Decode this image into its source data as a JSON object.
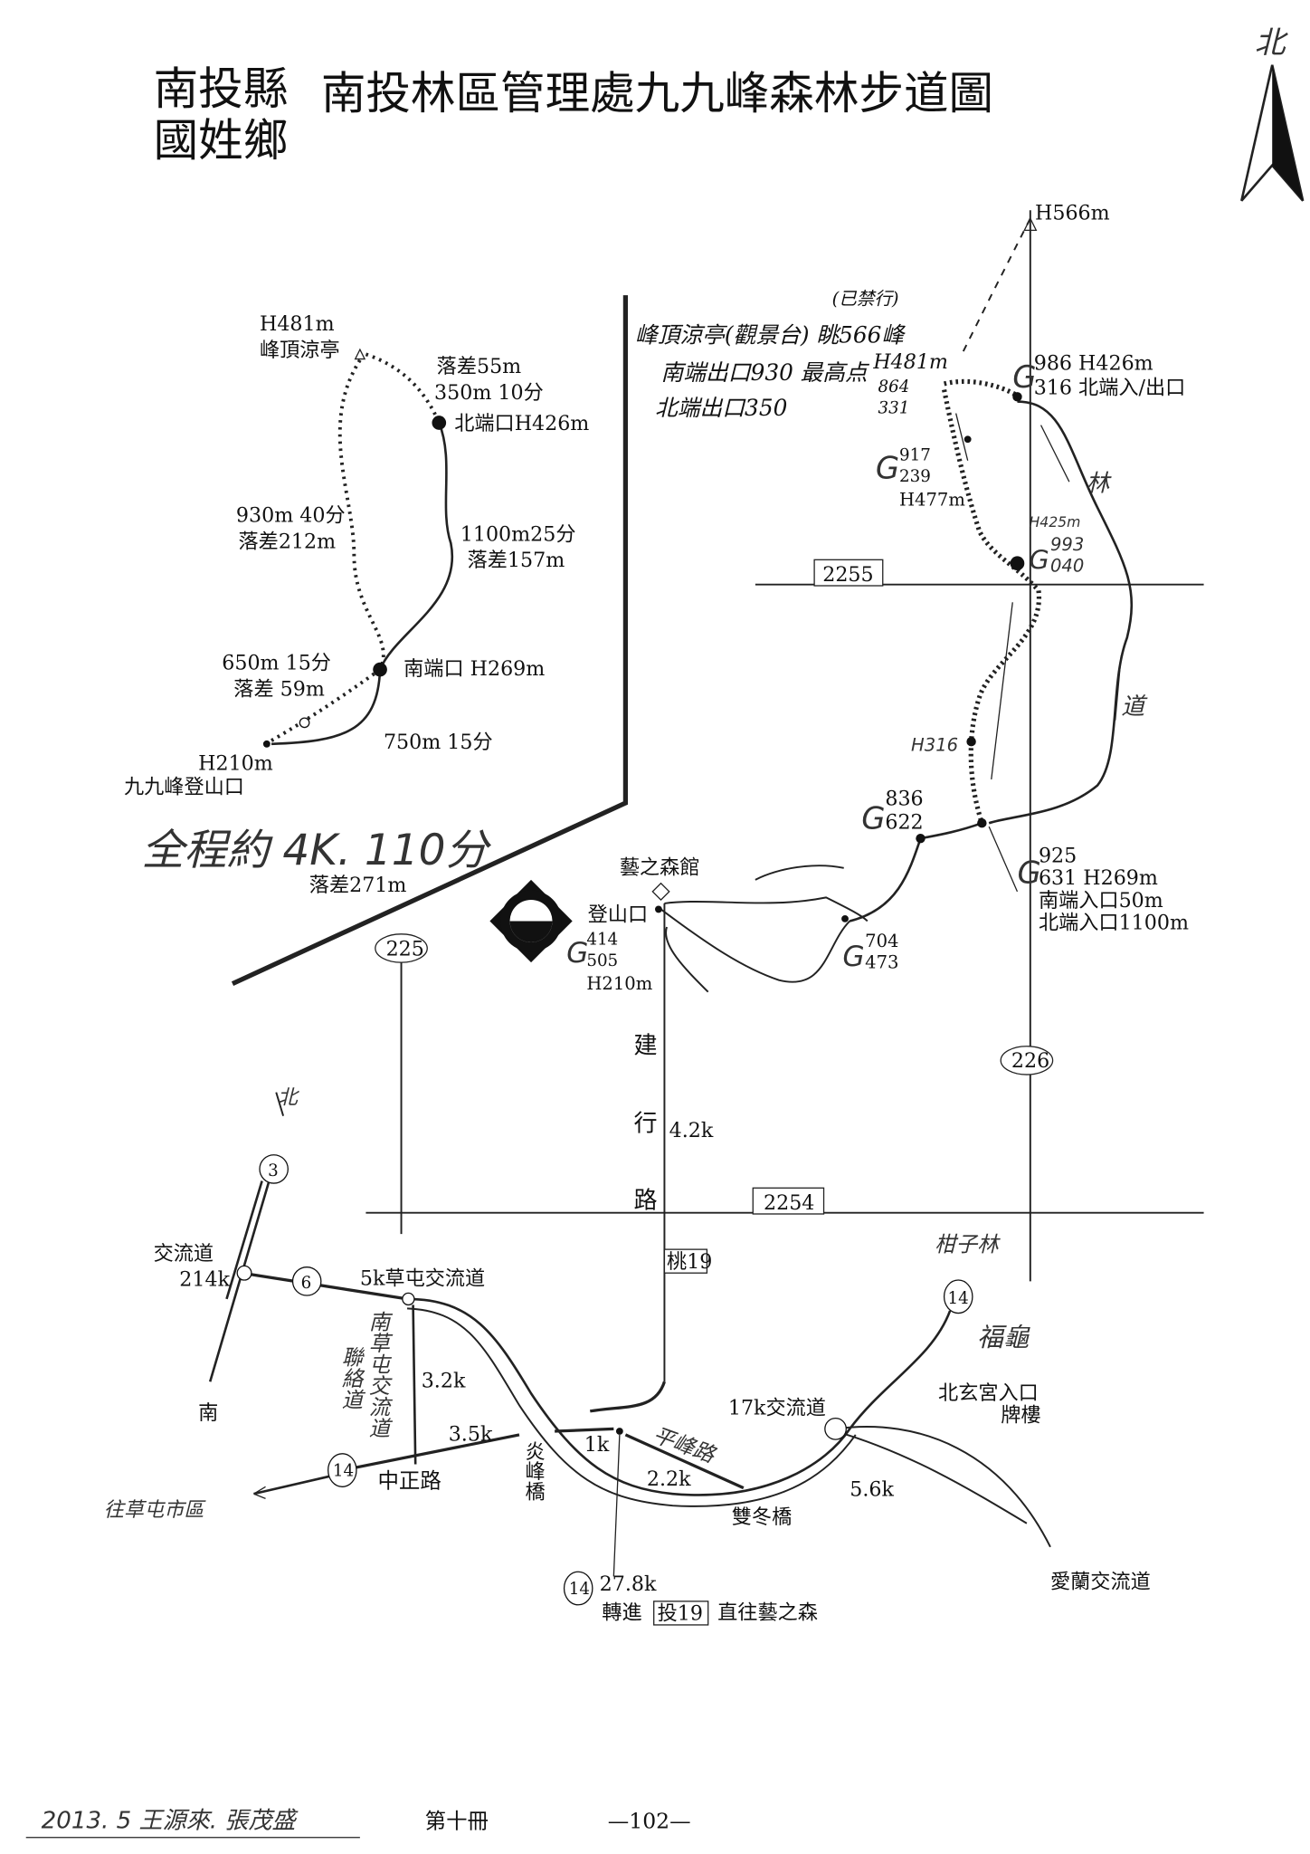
{
  "header": {
    "county": "南投縣",
    "township": "國姓鄉",
    "title": "南投林區管理處九九峰森林步道圖"
  },
  "north": {
    "label": "北"
  },
  "overview": {
    "peak_height": "H481m",
    "peak_name": "峰頂涼亭",
    "drop_55": "落差55m",
    "seg_350": "350m 10分",
    "north_entrance": "北端口H426m",
    "seg_930": "930m 40分",
    "drop_212": "落差212m",
    "seg_1100": "1100m25分",
    "drop_157": "落差157m",
    "seg_650": "650m 15分",
    "drop_59": "落差 59m",
    "south_entrance": "南端口 H269m",
    "trailhead_height": "H210m",
    "trailhead_name": "九九峰登山口",
    "seg_750": "750m 15分",
    "total": "全程約 4K. 110分",
    "total_drop": "落差271m"
  },
  "notes": {
    "closed": "(已禁行)",
    "pavilion": "峰頂涼亭(觀景台) 眺566峰",
    "south_exit": "南端出口930",
    "highest": "最高点",
    "north_exit": "北端出口350",
    "h481": "H481m",
    "g864": "864",
    "g331": "331"
  },
  "detail": {
    "h566": "H566m",
    "g986": "986 H426m",
    "g316": "316 北端入/出口",
    "g917": "917",
    "g239": "239",
    "h477": "H477m",
    "lin": "林",
    "h425": "H425m",
    "g993": "993",
    "g040": "040",
    "dao": "道",
    "h316": "H316",
    "g836": "836",
    "g622": "622",
    "g925": "925",
    "g631": "631 H269m",
    "south_in": "南端入口50m",
    "north_in": "北端入口1100m",
    "art_museum": "藝之森館",
    "trailhead": "登山口",
    "g414": "414",
    "g505": "505",
    "h210": "H210m",
    "g704": "704",
    "g473": "473",
    "g_letter": "G"
  },
  "roads": {
    "r2255": "2255",
    "r2254": "2254",
    "r225": "225",
    "r226": "226",
    "jian": "建",
    "xing": "行",
    "lu": "路",
    "dist_42": "4.2k",
    "tao19": "桃19"
  },
  "access": {
    "north": "北",
    "south": "南",
    "hw3": "3",
    "hw6": "6",
    "interchange": "交流道",
    "k214": "214k",
    "caotun_ic": "5k草屯交流道",
    "link_road_a": "南草屯交流道",
    "link_road_b": "聯絡道",
    "d32": "3.2k",
    "d35": "3.5k",
    "hw14": "14",
    "zhongzheng": "中正路",
    "to_caotun": "往草屯市區",
    "yanfeng": "炎峰橋",
    "d1": "1k",
    "pingfeng": "平峰路",
    "d22": "2.2k",
    "shuangdong": "雙冬橋",
    "d56": "5.6k",
    "ic17": "17k交流道",
    "beixuan": "北玄宮入口",
    "paifang": "牌樓",
    "fugui": "福龜",
    "ganzilin": "柑子林",
    "ailan": "愛蘭交流道",
    "k278": "27.8k",
    "turn": "轉進",
    "tou19": "投19",
    "straight": "直往藝之森"
  },
  "footer": {
    "signature": "2013. 5 王源來. 張茂盛",
    "volume": "第十冊",
    "page": "—102—"
  }
}
